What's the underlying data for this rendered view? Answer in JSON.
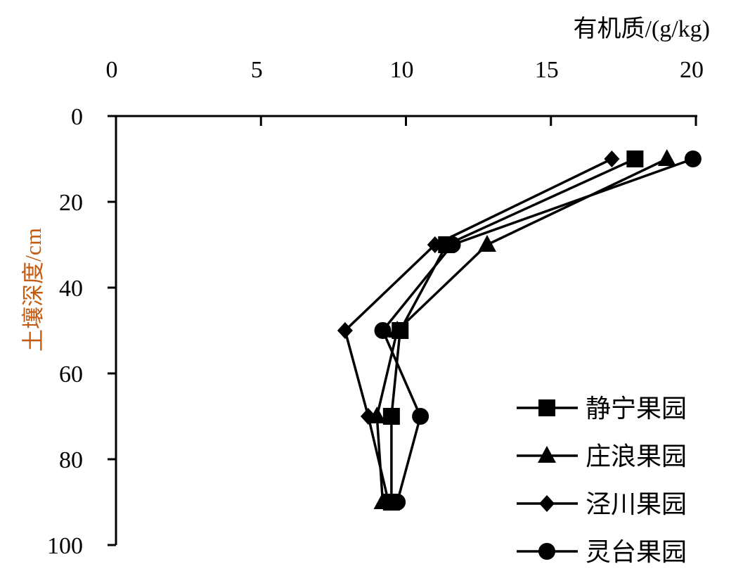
{
  "chart_data": {
    "type": "line",
    "title": "",
    "xlabel": "有机质/(g/kg)",
    "ylabel": "土壤深度/cm",
    "xlim": [
      0,
      20
    ],
    "ylim": [
      0,
      100
    ],
    "x_axis_position": "top",
    "y_axis_inverted": true,
    "x_ticks": [
      "0",
      "5",
      "10",
      "15",
      "20"
    ],
    "y_ticks": [
      "0",
      "20",
      "40",
      "60",
      "80",
      "100"
    ],
    "depths": [
      10,
      30,
      50,
      70,
      90
    ],
    "legend_position": "bottom-right",
    "series": [
      {
        "name": "静宁果园",
        "marker": "square",
        "values": [
          17.9,
          11.4,
          9.8,
          9.5,
          9.5
        ]
      },
      {
        "name": "庄浪果园",
        "marker": "triangle",
        "values": [
          19.0,
          12.8,
          9.7,
          9.0,
          9.2
        ]
      },
      {
        "name": "泾川果园",
        "marker": "diamond",
        "values": [
          17.1,
          11.0,
          7.9,
          8.7,
          9.4
        ]
      },
      {
        "name": "灵台果园",
        "marker": "circle",
        "values": [
          19.9,
          11.6,
          9.2,
          10.5,
          9.7
        ]
      }
    ],
    "ylabel_color": "#c55a11"
  }
}
